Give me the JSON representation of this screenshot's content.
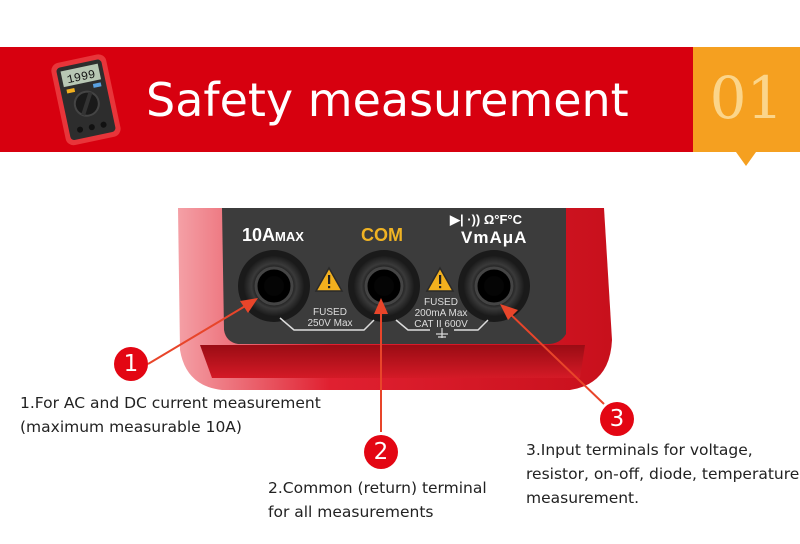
{
  "header": {
    "title": "Safety measurement",
    "section_number": "01",
    "colors": {
      "banner": "#d7000f",
      "badge": "#f5a020",
      "badge_text": "#fbd58a"
    },
    "thumbnail": {
      "icon": "multimeter-icon",
      "display": "1999"
    }
  },
  "meter_panel": {
    "terminals": [
      {
        "label_main": "10A",
        "label_sub": "MAX",
        "color": "#ffffff"
      },
      {
        "label_main": "COM",
        "label_sub": "",
        "color": "#f0b323"
      },
      {
        "label_top": "▶| ·)) Ω°F°C",
        "label_main": "VmAμA",
        "color": "#ffffff"
      }
    ],
    "fuse_labels": [
      {
        "lines": [
          "FUSED",
          "250V Max"
        ]
      },
      {
        "lines": [
          "FUSED",
          "200mA Max",
          "CAT II 600V"
        ]
      }
    ]
  },
  "callouts": [
    {
      "number": "1",
      "lines": [
        "1.For AC and DC current measurement",
        "(maximum measurable 10A)"
      ]
    },
    {
      "number": "2",
      "lines": [
        "2.Common (return) terminal",
        "for all measurements"
      ]
    },
    {
      "number": "3",
      "lines": [
        "3.Input terminals for voltage,",
        "resistor, on-off, diode, temperature",
        "measurement."
      ]
    }
  ]
}
